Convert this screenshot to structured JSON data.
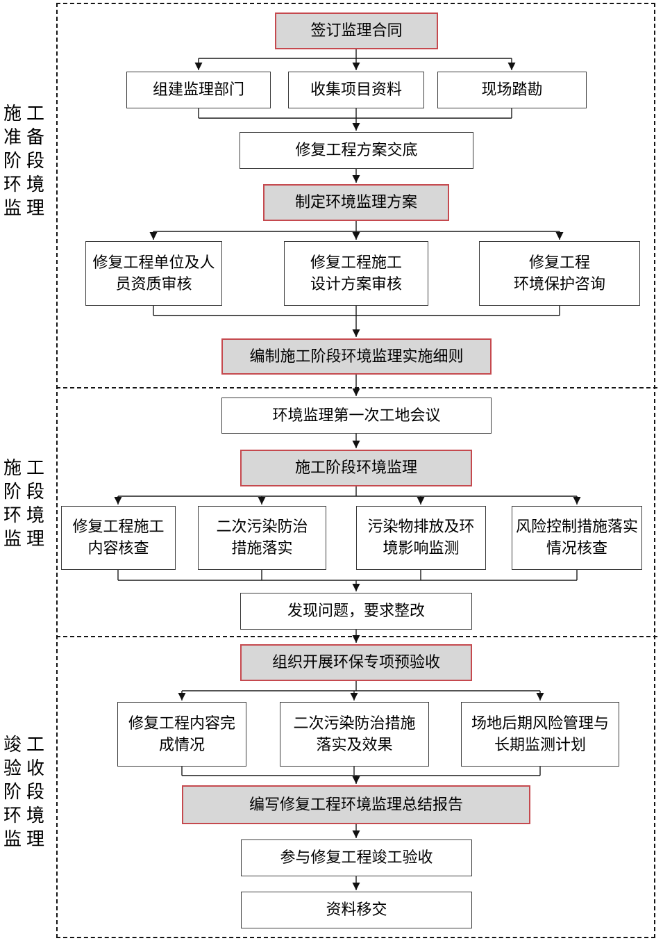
{
  "colors": {
    "highlight_fill": "#d7d7d7",
    "highlight_border": "#c5494e",
    "box_border": "#3a3a3a",
    "connector_line": "#1a1a1a",
    "dashed_frame": "#141414"
  },
  "stage_labels": [
    {
      "id": "prep",
      "text": "施工\n准备\n阶段\n环境\n监理"
    },
    {
      "id": "construction",
      "text": "施工\n阶段\n环境\n监理"
    },
    {
      "id": "acceptance",
      "text": "竣工\n验收\n阶段\n环境\n监理"
    }
  ],
  "nodes": {
    "sign_contract": {
      "label": "签订监理合同",
      "highlight": true
    },
    "form_dept": {
      "label": "组建监理部门",
      "highlight": false
    },
    "collect_data": {
      "label": "收集项目资料",
      "highlight": false
    },
    "site_survey": {
      "label": "现场踏勘",
      "highlight": false
    },
    "plan_briefing": {
      "label": "修复工程方案交底",
      "highlight": false
    },
    "make_plan": {
      "label": "制定环境监理方案",
      "highlight": true
    },
    "qualification_review": {
      "label": "修复工程单位及人\n员资质审核",
      "highlight": false
    },
    "design_review": {
      "label": "修复工程施工\n设计方案审核",
      "highlight": false
    },
    "env_consult": {
      "label": "修复工程\n环境保护咨询",
      "highlight": false
    },
    "compile_rules": {
      "label": "编制施工阶段环境监理实施细则",
      "highlight": true
    },
    "first_meeting": {
      "label": "环境监理第一次工地会议",
      "highlight": false
    },
    "construction_supervision": {
      "label": "施工阶段环境监理",
      "highlight": true
    },
    "content_check": {
      "label": "修复工程施工\n内容核查",
      "highlight": false
    },
    "pollution_measures": {
      "label": "二次污染防治\n措施落实",
      "highlight": false
    },
    "emission_monitoring": {
      "label": "污染物排放及环\n境影响监测",
      "highlight": false
    },
    "risk_control_check": {
      "label": "风险控制措施落实\n情况核查",
      "highlight": false
    },
    "issue_rectify": {
      "label": "发现问题，要求整改",
      "highlight": false
    },
    "pre_acceptance": {
      "label": "组织开展环保专项预验收",
      "highlight": true
    },
    "completion_status": {
      "label": "修复工程内容完\n成情况",
      "highlight": false
    },
    "pollution_effect": {
      "label": "二次污染防治措施\n落实及效果",
      "highlight": false
    },
    "post_risk_mgmt": {
      "label": "场地后期风险管理与\n长期监测计划",
      "highlight": false
    },
    "summary_report": {
      "label": "编写修复工程环境监理总结报告",
      "highlight": true
    },
    "final_acceptance": {
      "label": "参与修复工程竣工验收",
      "highlight": false
    },
    "data_handover": {
      "label": "资料移交",
      "highlight": false
    }
  }
}
